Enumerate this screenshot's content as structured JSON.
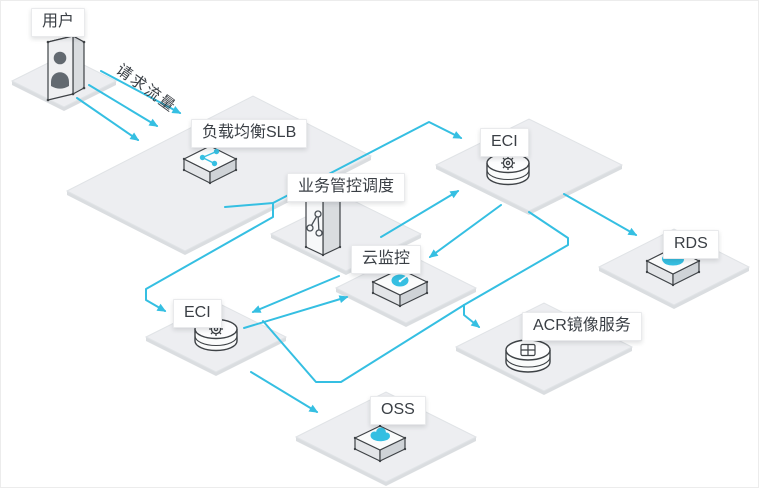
{
  "diagram_title": "",
  "flow_label": "请求流量",
  "nodes": {
    "user": {
      "label": "用户",
      "icon": "user-card-icon"
    },
    "slb": {
      "label": "负载均衡SLB",
      "icon": "share-nodes-icon"
    },
    "scheduler": {
      "label": "业务管控调度",
      "icon": "hierarchy-box-icon"
    },
    "eci_top": {
      "label": "ECI",
      "icon": "gear-cylinder-icon"
    },
    "monitor": {
      "label": "云监控",
      "icon": "gauge-icon"
    },
    "eci_left": {
      "label": "ECI",
      "icon": "gear-cylinder-icon"
    },
    "rds": {
      "label": "RDS",
      "icon": "cloud-db-icon"
    },
    "acr": {
      "label": "ACR镜像服务",
      "icon": "registry-cylinder-icon"
    },
    "oss": {
      "label": "OSS",
      "icon": "cloud-storage-icon"
    }
  },
  "edges": [
    {
      "from": "user",
      "to": "slb",
      "label": "请求流量",
      "style": "triple-arrow"
    },
    {
      "from": "slb",
      "to": "eci_top"
    },
    {
      "from": "slb",
      "to": "eci_left"
    },
    {
      "from": "scheduler",
      "to": "eci_top"
    },
    {
      "from": "scheduler",
      "to": "eci_left"
    },
    {
      "from": "eci_top",
      "to": "monitor"
    },
    {
      "from": "eci_left",
      "to": "monitor"
    },
    {
      "from": "eci_top",
      "to": "rds"
    },
    {
      "from": "eci_top",
      "to": "acr"
    },
    {
      "from": "eci_left",
      "to": "acr"
    },
    {
      "from": "eci_left",
      "to": "oss"
    }
  ],
  "colors": {
    "accent": "#35BFE2",
    "platform_fill": "#EDEEF1",
    "platform_edge": "#E0E3E6",
    "platform_side": "#DADDE0",
    "icon_outline": "#3E4246",
    "label_text": "#3A3F45"
  }
}
